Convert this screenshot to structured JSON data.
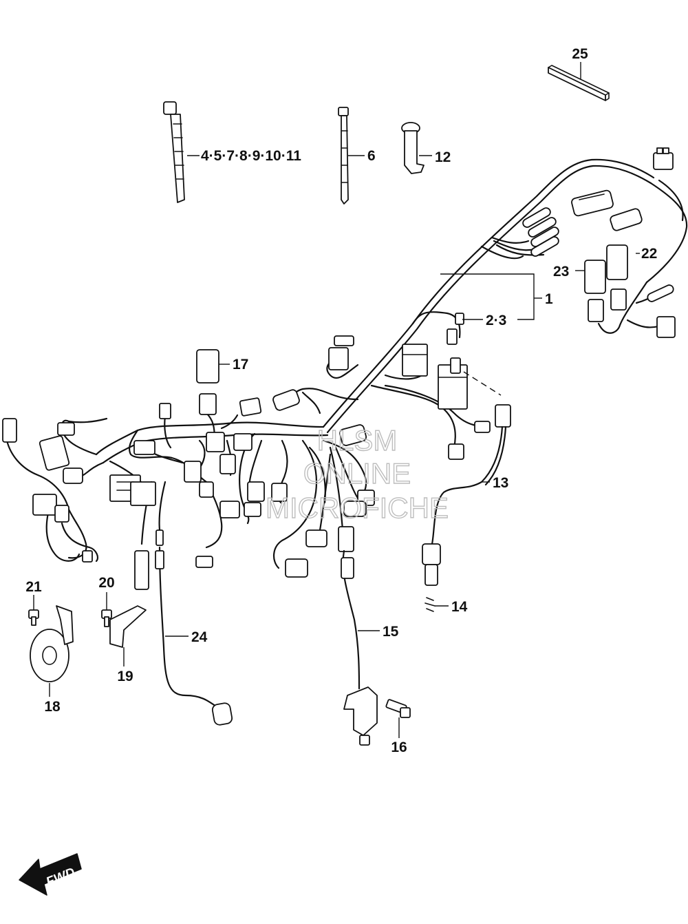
{
  "callouts": {
    "c1": "1",
    "c2_3": "2·3",
    "c4_11": "4·5·7·8·9·10·11",
    "c6": "6",
    "c12": "12",
    "c13": "13",
    "c14": "14",
    "c15": "15",
    "c16": "16",
    "c17": "17",
    "c18": "18",
    "c19": "19",
    "c20": "20",
    "c21": "21",
    "c22": "22",
    "c23": "23",
    "c24": "24",
    "c25": "25"
  },
  "watermark": {
    "line1": "HLSM",
    "line2": "ONLINE",
    "line3": "MICROFICHE"
  },
  "direction_badge": {
    "label": "FWD"
  }
}
